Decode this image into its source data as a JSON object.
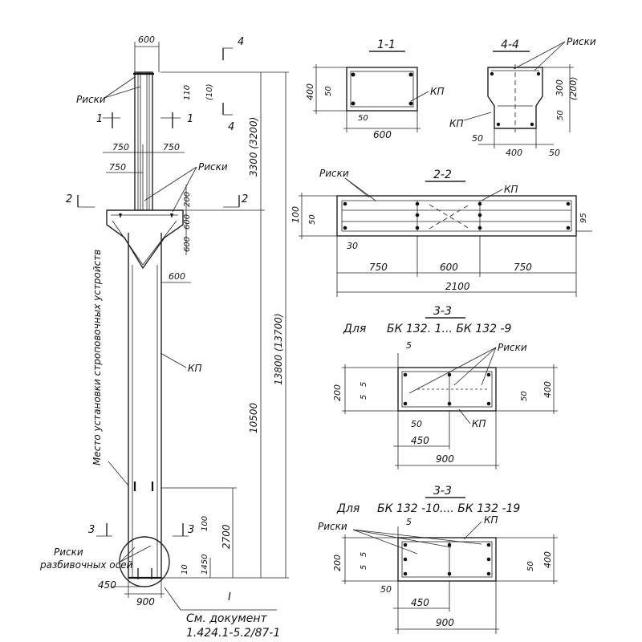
{
  "elevation": {
    "dim_top_width": "600",
    "dim_110": "110",
    "dim_10": "(10)",
    "dim_upper_3300": "3300 (3200)",
    "dim_total": "13800 (13700)",
    "dim_shaft": "10500",
    "dim_2700": "2700",
    "dim_1450": "1450",
    "dim_100": "100",
    "dim_10b": "10",
    "dim_750_left": "750",
    "dim_750_right": "750",
    "dim_750_mid": "750",
    "dim_200": "200",
    "dim_600a": "600",
    "dim_600b": "600",
    "dim_600_console": "600",
    "dim_450": "450",
    "dim_900": "900",
    "label_riski_left": "Риски",
    "label_riski_console": "Риски",
    "label_riski_bottom_1": "Риски",
    "label_riski_bottom_2": "разбивочных осей",
    "label_kp": "КП",
    "label_mesto": "Место установки строповочных устройств",
    "label_ref_1": "См. документ",
    "label_ref_2": "1.424.1-5.2/87-1",
    "label_I": "I"
  },
  "section_marks": {
    "s1": "1",
    "s2": "2",
    "s3": "3",
    "s4": "4"
  },
  "sec11": {
    "title": "1-1",
    "dim_400": "400",
    "dim_50a": "50",
    "dim_50b": "50",
    "dim_600": "600",
    "label_kp": "КП"
  },
  "sec44": {
    "title": "4-4",
    "label_riski": "Риски",
    "dim_300": "300",
    "dim_200": "(200)",
    "dim_50": "50",
    "dim_50b": "50",
    "dim_400": "400",
    "dim_50c": "50",
    "label_kp": "КП"
  },
  "sec22": {
    "title": "2-2",
    "label_riski": "Риски",
    "label_kp": "КП",
    "dim_100": "100",
    "dim_50": "50",
    "dim_95": "95",
    "dim_30": "30",
    "dim_750a": "750",
    "dim_600": "600",
    "dim_750b": "750",
    "dim_2100": "2100"
  },
  "sec33a": {
    "title": "3-3",
    "caption_prefix": "Для",
    "caption_range": "БК 132. 1... БК 132 -9",
    "label_riski": "Риски",
    "label_kp": "КП",
    "dim_5": "5",
    "dim_5b": "5",
    "dim_5c": "5",
    "dim_200": "200",
    "dim_50": "50",
    "dim_50b": "50",
    "dim_400": "400",
    "dim_450": "450",
    "dim_900": "900"
  },
  "sec33b": {
    "title": "3-3",
    "caption_prefix": "Для",
    "caption_range": "БК 132 -10.... БК 132 -19",
    "label_riski": "Риски",
    "label_kp": "КП",
    "dim_5": "5",
    "dim_5b": "5",
    "dim_5c": "5",
    "dim_200": "200",
    "dim_50": "50",
    "dim_50b": "50",
    "dim_400": "400",
    "dim_450": "450",
    "dim_900": "900"
  }
}
